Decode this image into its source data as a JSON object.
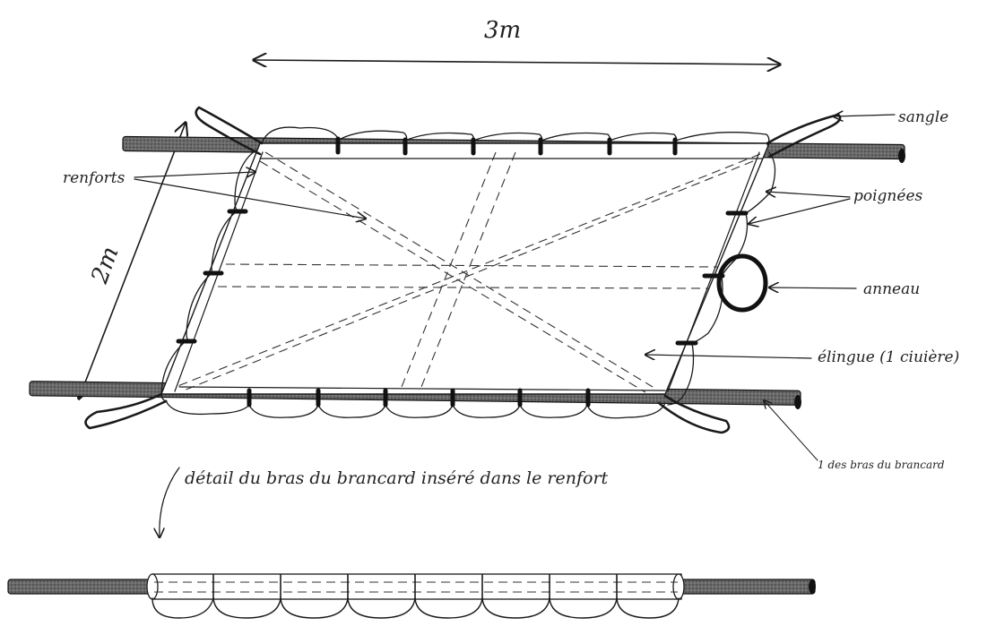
{
  "dimensions": {
    "width_label": "3m",
    "height_label": "2m"
  },
  "labels": {
    "sangle": "sangle",
    "poignees": "poignées",
    "anneau": "anneau",
    "elingue": "élingue (1 ciuière)",
    "bras": "1 des bras du brancard",
    "renforts": "renforts",
    "detail": "détail du bras du brancard inséré dans le renfort"
  },
  "colors": {
    "ink": "#1a1a1a",
    "pole": "#555555"
  }
}
